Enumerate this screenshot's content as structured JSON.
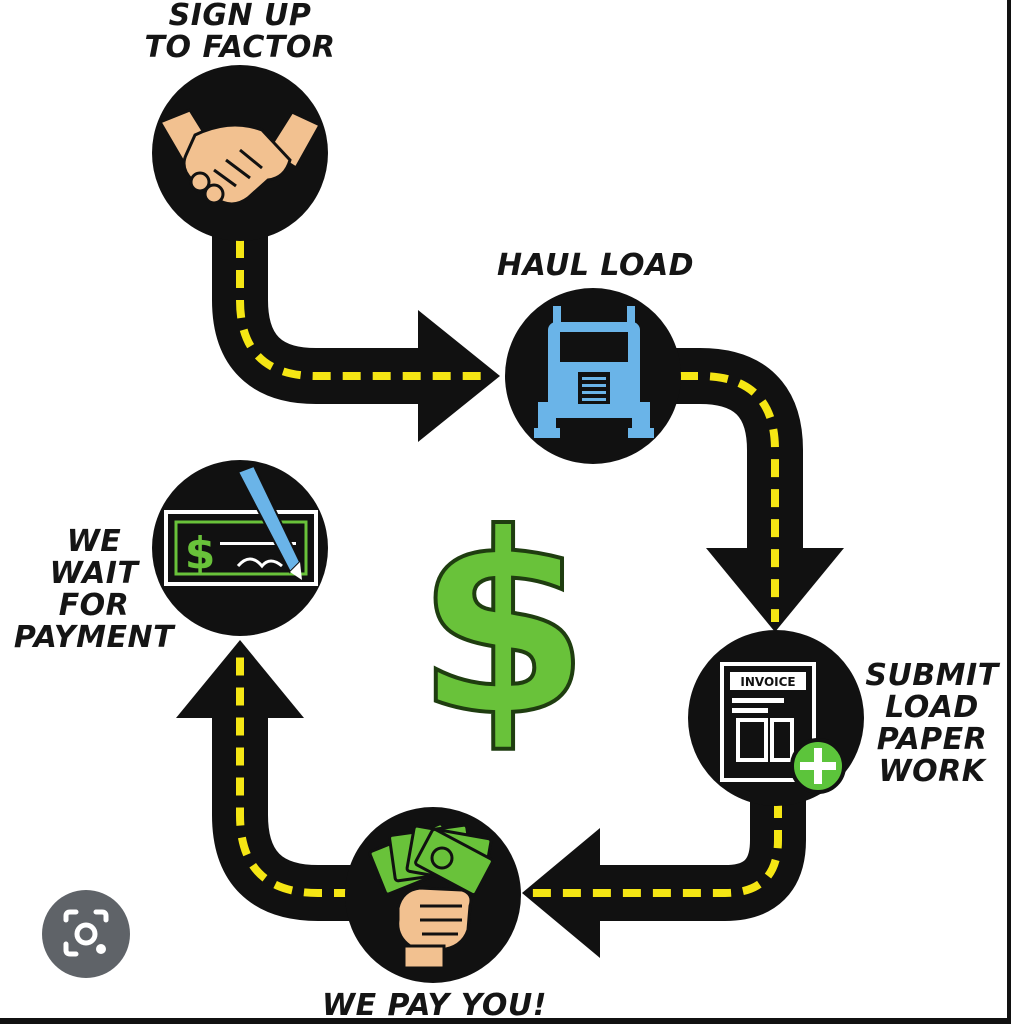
{
  "steps": {
    "sign_up": {
      "line1": "SIGN UP",
      "line2": "TO FACTOR",
      "icon": "handshake-icon"
    },
    "haul_load": {
      "label": "HAUL LOAD",
      "icon": "truck-icon"
    },
    "submit": {
      "line1": "SUBMIT",
      "line2": "LOAD",
      "line3": "PAPER",
      "line4": "WORK",
      "icon": "invoice-icon",
      "invoice_text": "INVOICE"
    },
    "we_pay": {
      "label": "WE PAY YOU!",
      "icon": "cash-in-hand-icon"
    },
    "we_wait": {
      "line1": "WE",
      "line2": "WAIT",
      "line3": "FOR",
      "line4": "PAYMENT",
      "icon": "check-signing-icon",
      "check_symbol": "$"
    }
  },
  "center": {
    "symbol": "$",
    "icon": "dollar-sign-icon"
  },
  "overlay": {
    "icon": "lens-camera-icon"
  },
  "colors": {
    "track": "#111111",
    "dash": "#f5e614",
    "skin": "#f2c190",
    "truck": "#6ab4e8",
    "money": "#69c23a",
    "accent_green": "#5cc43b"
  }
}
